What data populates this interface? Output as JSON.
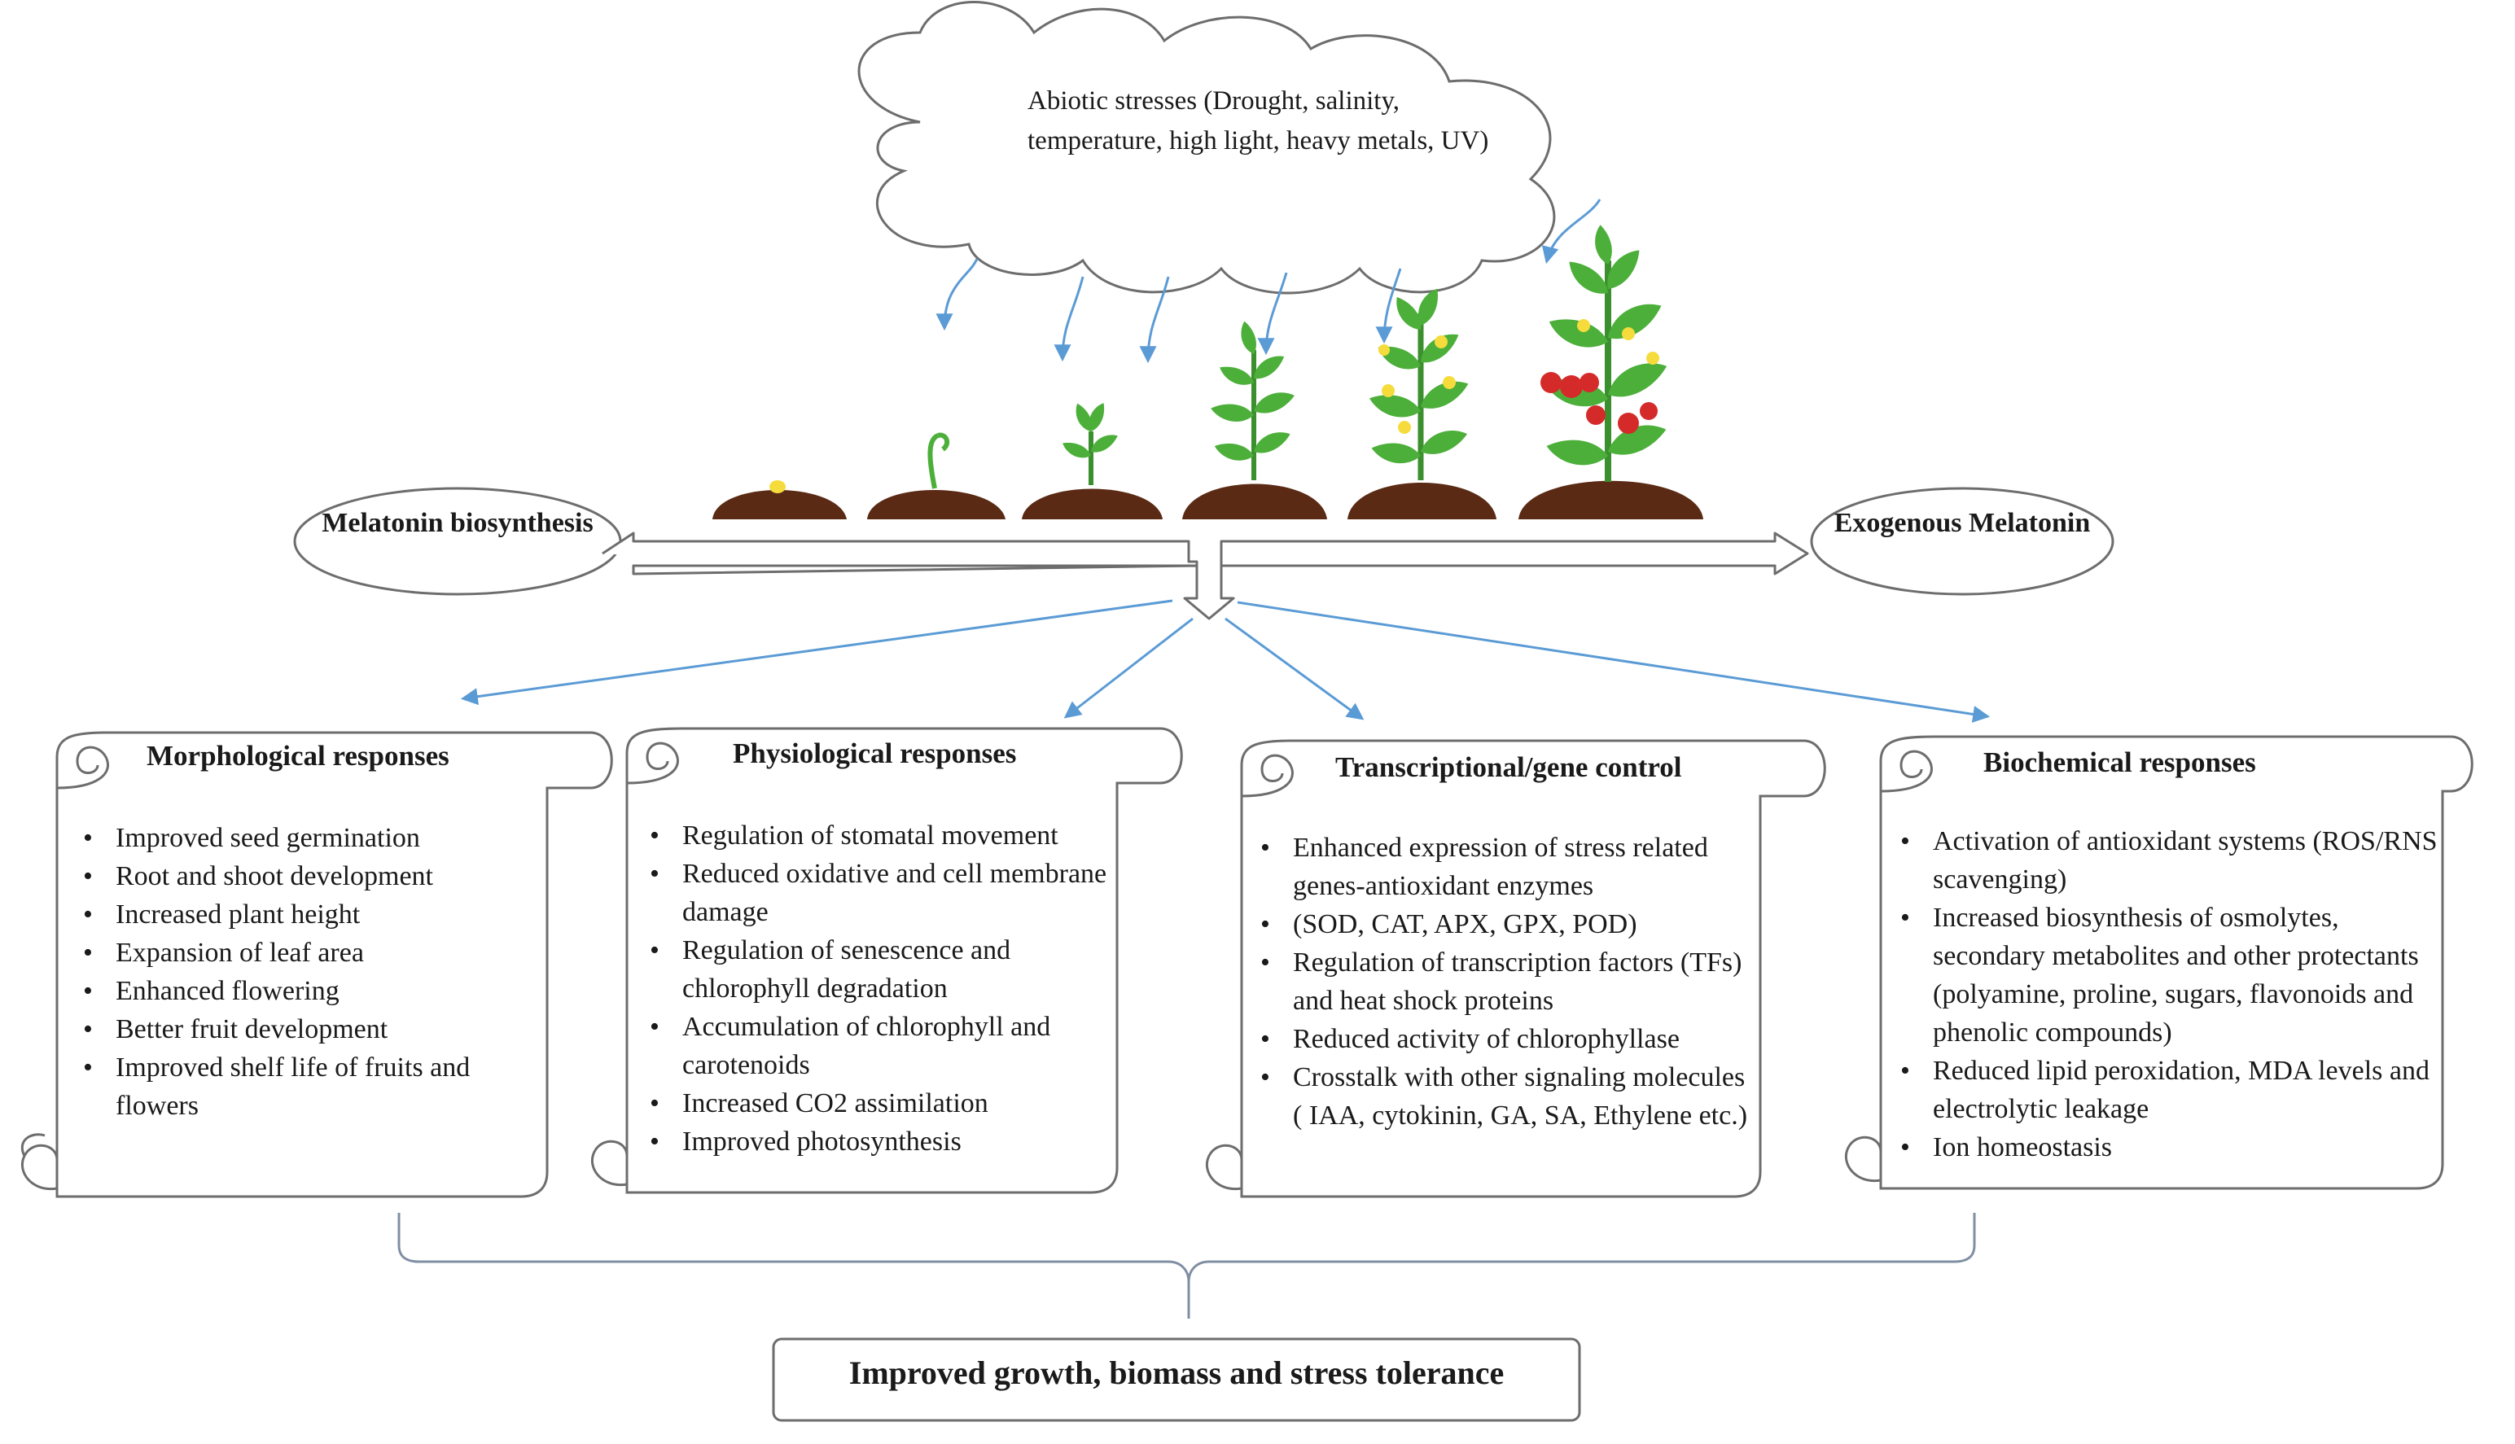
{
  "stress_cloud": {
    "text": "Abiotic stresses (Drought, salinity, temperature, high light, heavy metals, UV)"
  },
  "left_oval": {
    "text": "Melatonin biosynthesis"
  },
  "right_oval": {
    "text": "Exogenous Melatonin"
  },
  "panels": [
    {
      "title": "Morphological responses",
      "items": [
        "Improved seed germination",
        "Root and shoot development",
        "Increased plant height",
        "Expansion of leaf area",
        "Enhanced flowering",
        "Better fruit development",
        "Improved shelf life of fruits and flowers"
      ]
    },
    {
      "title": "Physiological responses",
      "items": [
        "Regulation of stomatal movement",
        "Reduced oxidative and cell membrane damage",
        "Regulation of senescence and chlorophyll degradation",
        "Accumulation of chlorophyll and carotenoids",
        "Increased CO2 assimilation",
        "Improved photosynthesis"
      ]
    },
    {
      "title": "Transcriptional/gene control",
      "items": [
        "Enhanced expression of stress related genes-antioxidant enzymes",
        " (SOD, CAT, APX, GPX, POD)",
        "Regulation of transcription factors (TFs) and heat shock proteins",
        "Reduced activity of chlorophyllase",
        "Crosstalk with other signaling molecules ( IAA, cytokinin, GA, SA, Ethylene etc.)"
      ]
    },
    {
      "title": "Biochemical responses",
      "items": [
        "Activation of  antioxidant systems (ROS/RNS scavenging)",
        "Increased biosynthesis of osmolytes, secondary metabolites  and other protectants (polyamine, proline, sugars, flavonoids and phenolic compounds)",
        "Reduced lipid peroxidation, MDA levels and electrolytic leakage",
        "Ion homeostasis"
      ]
    }
  ],
  "outcome": {
    "text": "Improved growth, biomass and stress tolerance"
  },
  "colors": {
    "arrow": "#5b9bd5",
    "outline": "#7f8ea3",
    "soil": "#5a2a14",
    "leaf": "#4caf3a",
    "fruit": "#d42a2a",
    "flower": "#f5dc3c"
  }
}
